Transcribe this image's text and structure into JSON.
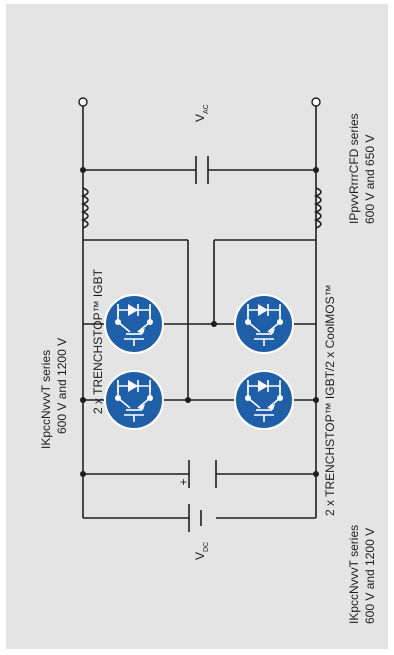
{
  "colors": {
    "background": "#e4e4e4",
    "switch_fill": "#1f5fa8",
    "wire": "#1e1e1e"
  },
  "labels": {
    "v_ac": "V",
    "v_ac_sub": "AC",
    "v_dc": "V",
    "v_dc_sub": "DC",
    "top_left_series": "IKpccNvvvT series",
    "top_left_voltage": "600 V and 1200 V",
    "top_switch_label": "2 x TRENCHSTOP™ IGBT",
    "right_series": "IPpvvRrrrCFD series",
    "right_voltage": "600 V and 650 V",
    "bottom_switch_label": "2 x TRENCHSTOP™ IGBT/2 x CoolMOS™",
    "bottom_series": "IKpccNvvvT series",
    "bottom_voltage": "600 V and 1200 V",
    "cap_polarity": "+"
  },
  "icons": [
    "igbt-switch-icon",
    "capacitor-icon",
    "inductor-icon",
    "battery-icon",
    "terminal-icon"
  ]
}
